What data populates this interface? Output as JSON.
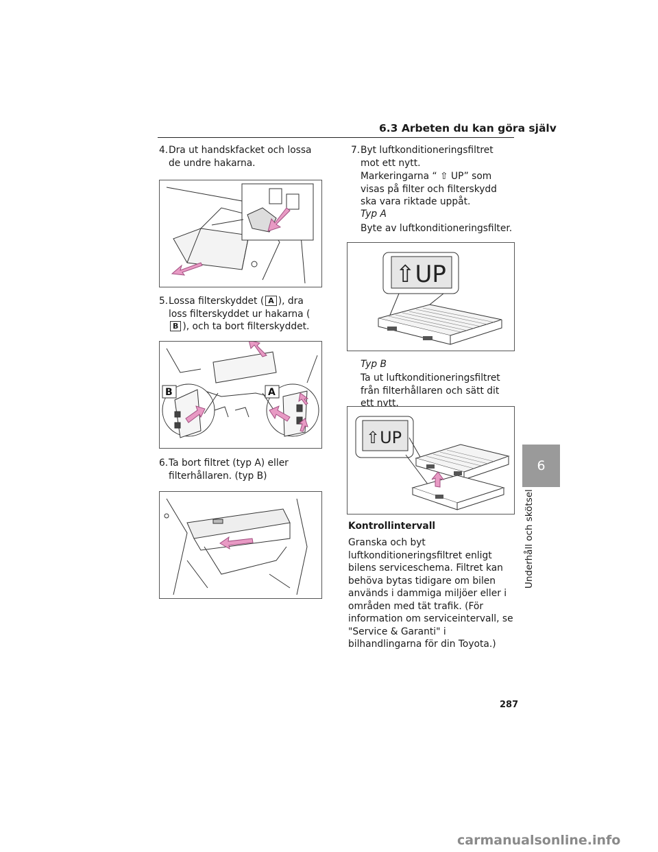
{
  "header": {
    "title": "6.3  Arbeten du kan göra själv"
  },
  "left": {
    "step4": {
      "num": "4.",
      "text": "Dra ut handskfacket och lossa de undre hakarna."
    },
    "step5": {
      "num": "5.",
      "text_a": "Lossa filterskyddet (",
      "tag_a": "A",
      "text_b": "), dra loss filterskyddet ur hakarna (",
      "tag_b": "B",
      "text_c": "), och ta bort filterskyddet."
    },
    "fig2_labels": {
      "b": "B",
      "a": "A"
    },
    "step6": {
      "num": "6.",
      "text": "Ta bort filtret (typ A) eller filterhållaren. (typ B)"
    }
  },
  "right": {
    "step7": {
      "num": "7.",
      "text": "Byt luftkonditioneringsfiltret mot ett nytt."
    },
    "markings": "Markeringarna “ ⇧ UP” som visas på filter och filterskydd ska vara riktade uppåt.",
    "type_a_label": "Typ A",
    "type_a_text": "Byte av luftkonditioneringsfilter.",
    "fig_a_up": "⇧UP",
    "type_b_label": "Typ B",
    "type_b_text": "Ta ut luftkonditioneringsfiltret från filterhållaren och sätt dit ett nytt.",
    "fig_b_up": "⇧UP",
    "interval_heading": "Kontrollintervall",
    "interval_text": "Granska och byt luftkonditioneringsfiltret enligt bilens serviceschema. Filtret kan behöva bytas tidigare om bilen används i dammiga miljöer eller i områden med tät trafik. (För information om serviceintervall, se \"Service & Garanti\" i bilhandlingarna för din Toyota.)"
  },
  "side_tab": {
    "number": "6",
    "label": "Underhåll och skötsel"
  },
  "page_number": "287",
  "watermark": "carmanualsonline.info",
  "colors": {
    "arrow_pink": "#e89ac4",
    "tab_gray": "#9a9a9a"
  }
}
